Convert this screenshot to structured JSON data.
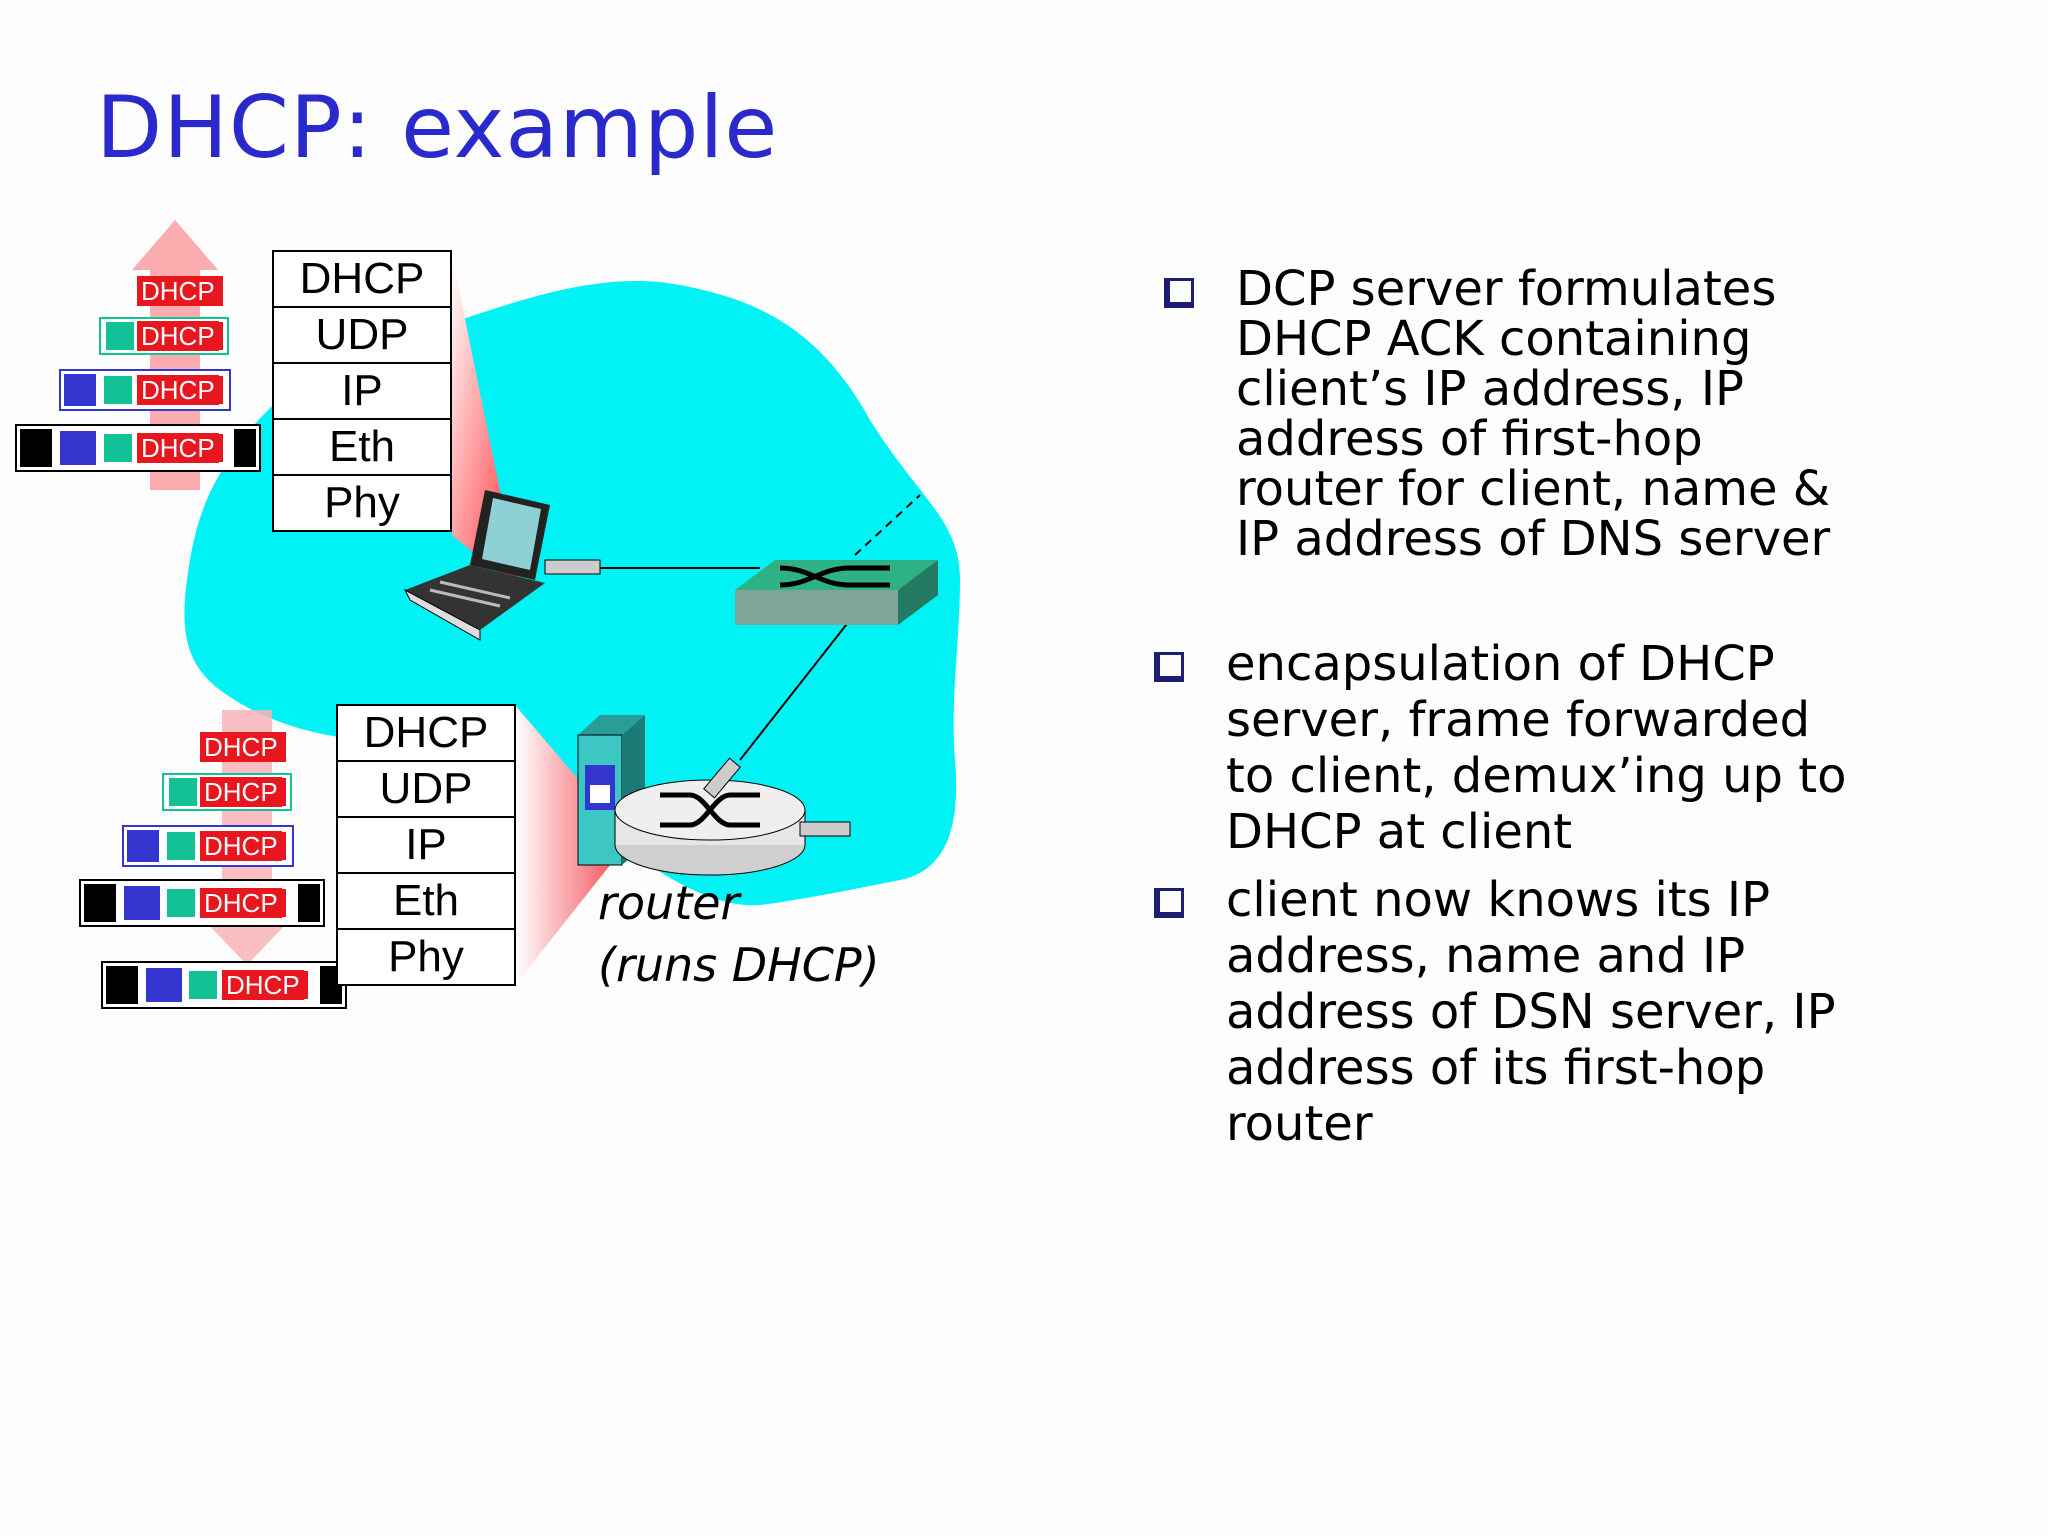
{
  "title": "DHCP: example",
  "client_stack": [
    "DHCP",
    "UDP",
    "IP",
    "Eth",
    "Phy"
  ],
  "router_stack": [
    "DHCP",
    "UDP",
    "IP",
    "Eth",
    "Phy"
  ],
  "packet_label": "DHCP",
  "router_label": [
    "router",
    "(runs DHCP)"
  ],
  "bullets": [
    "DCP server formulates\nDHCP ACK containing\nclient’s IP address, IP\naddress of first-hop\nrouter for client, name &\nIP address of DNS server",
    "encapsulation of DHCP\nserver, frame forwarded\nto client, demux’ing up to\nDHCP at client",
    "client now knows its IP\naddress, name and IP\naddress of DSN server, IP\naddress of its first-hop\nrouter"
  ],
  "colors": {
    "title": "#2a2acc",
    "cloud": "#00f2f5",
    "dhcp_tag": "#e8161e",
    "udp_segment": "#13c196",
    "ip_segment": "#3535d0",
    "eth_segment": "#000000",
    "arrow": "#f9a3a6"
  }
}
